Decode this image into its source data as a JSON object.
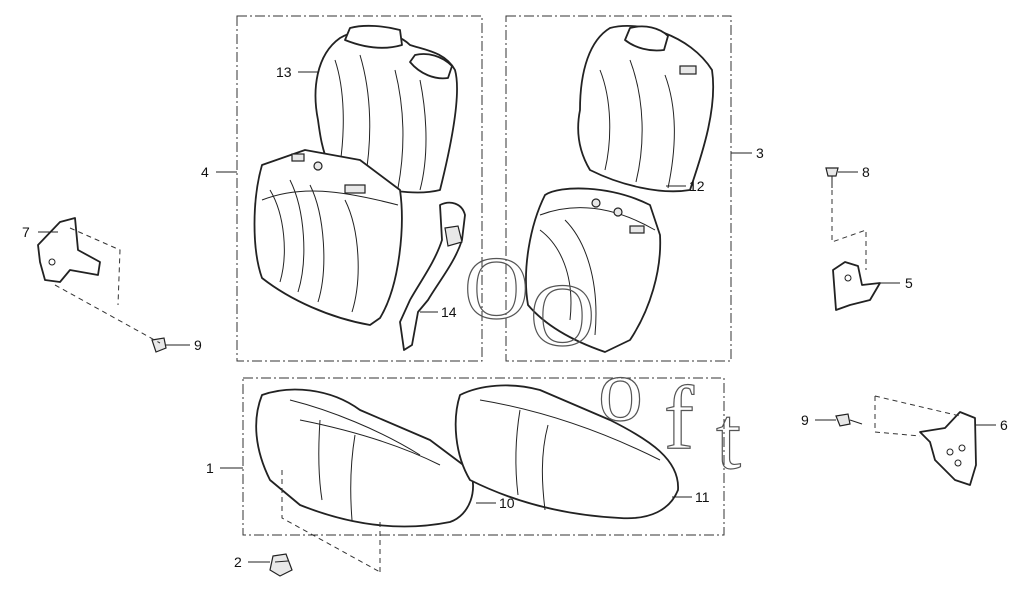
{
  "callouts": {
    "c1": "1",
    "c2": "2",
    "c3": "3",
    "c4": "4",
    "c5": "5",
    "c6": "6",
    "c7": "7",
    "c8": "8",
    "c9a": "9",
    "c9b": "9",
    "c10": "10",
    "c11": "11",
    "c12": "12",
    "c13": "13",
    "c14": "14"
  },
  "watermark": {
    "letters": [
      "O",
      "O",
      "o",
      "f",
      "t"
    ],
    "color": "#555555"
  },
  "colors": {
    "line": "#222222",
    "background": "#ffffff",
    "fill": "#e8e8e8"
  }
}
